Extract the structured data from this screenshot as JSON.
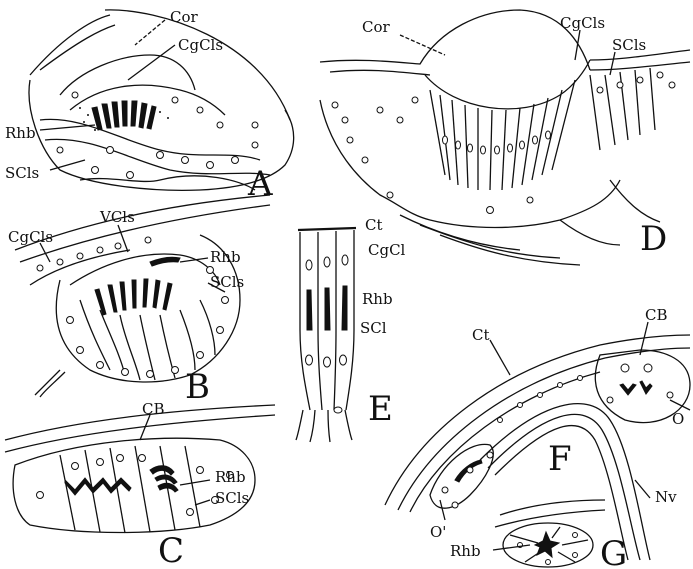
{
  "panels": {
    "A": {
      "letter": "A",
      "labels": {
        "cor": "Cor",
        "cgcls": "CgCls",
        "rhb": "Rhb",
        "scls": "SCls"
      }
    },
    "B": {
      "letter": "B",
      "labels": {
        "cgcls": "CgCls",
        "vcls": "VCls",
        "rhb": "Rhb",
        "scls": "SCls"
      }
    },
    "C": {
      "letter": "C",
      "labels": {
        "cb": "CB",
        "rhb": "Rhb",
        "scls": "SCls"
      }
    },
    "D": {
      "letter": "D",
      "labels": {
        "cor": "Cor",
        "cgcls": "CgCls",
        "scls": "SCls"
      }
    },
    "E": {
      "letter": "E",
      "labels": {
        "ct": "Ct",
        "cgcl": "CgCl",
        "rhb": "Rhb",
        "scl": "SCl"
      }
    },
    "F": {
      "letter": "F",
      "labels": {
        "ct": "Ct",
        "cb": "CB",
        "o": "O",
        "o_prime": "O'",
        "nv": "Nv"
      }
    },
    "G": {
      "letter": "G",
      "labels": {
        "rhb": "Rhb"
      }
    }
  }
}
